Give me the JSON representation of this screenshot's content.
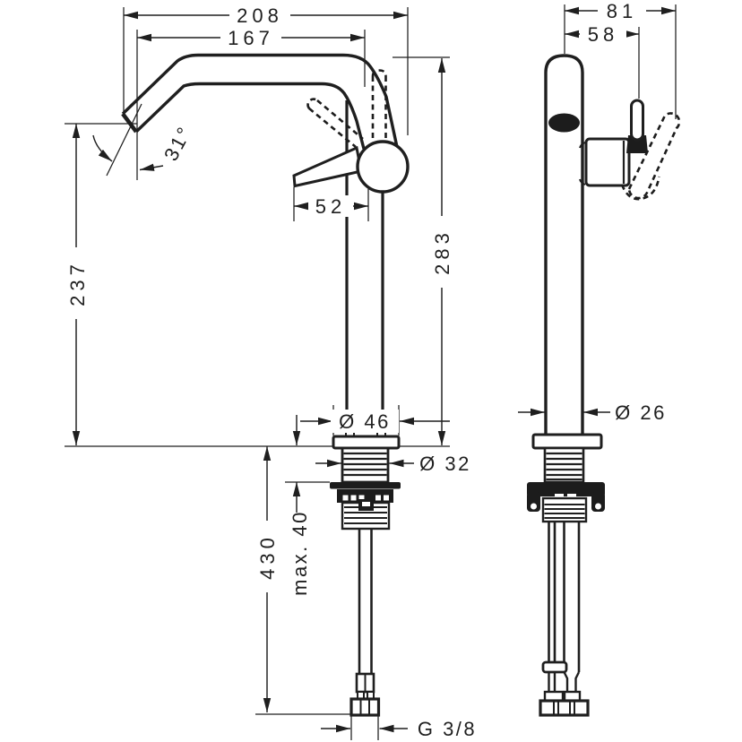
{
  "drawing": {
    "colors": {
      "background": "#ffffff",
      "line": "#1f1f1f"
    },
    "dims": {
      "spout_width_overall": "208",
      "spout_reach": "167",
      "depth_overall": "81",
      "depth_to_lever": "58",
      "lever_length": "52",
      "spout_angle": "31°",
      "height_to_spout": "237",
      "height_overall": "283",
      "base_diameter": "Ø 46",
      "shank_diameter": "Ø 32",
      "body_diameter": "Ø 26",
      "max_mounting_thickness": "max. 40",
      "hose_length": "430",
      "connection_thread": "G 3/8"
    }
  }
}
